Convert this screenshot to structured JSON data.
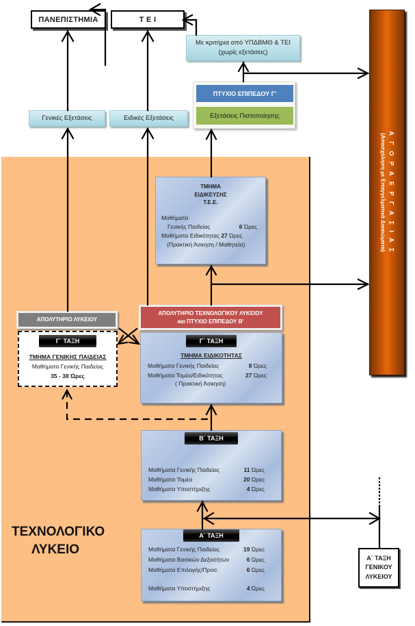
{
  "top": {
    "universities": "ΠΑΝΕΠΙΣΤΗΜΙΑ",
    "tei": "Τ Ε Ι",
    "criteria_line1": "Με κριτήρια από ΥΠΔΒΜΘ & ΤΕΙ",
    "criteria_line2": "(χωρίς εξετάσεις)",
    "degree_c": "ΠΤΥΧΙΟ ΕΠΙΠΕΔΟΥ Γ'",
    "certification_exams": "Εξετάσεις Πιστοποίησης",
    "general_exams": "Γενικές Εξετάσεις",
    "special_exams": "Ειδικές Εξετάσεις"
  },
  "labor_market": {
    "title": "Α Γ Ο Ρ Α   Ε Ρ Γ Α Σ Ι Α Σ",
    "subtitle": "(Απασχόληση με Επαγγελματικά Δικαιώματα)"
  },
  "panel": {
    "title_line1": "ΤΕΧΝΟΛΟΓΙΚΟ",
    "title_line2": "ΛΥΚΕΙΟ"
  },
  "specialization": {
    "title_line1": "ΤΜΗΜΑ",
    "title_line2": "ΕΙΔΙΚΕΥΣΗΣ",
    "title_line3": "Τ.Ε.Ε.",
    "courses_label": "Μαθήματα",
    "general_label": "Γενικής Παιδείας",
    "general_hours": "6",
    "specialty_label": "Μαθήματα Ειδικότητας",
    "specialty_hours": "27",
    "practice": "(Πρακτική Άσκηση / Μαθητεία)",
    "hours_unit": "Ώρες"
  },
  "general_lyceum_cert": {
    "banner": "ΑΠΟΛΥΤΗΡΙΟ ΛΥΚΕΙΟΥ",
    "tab": "Γ΄ ΤΑΞΗ",
    "section": "ΤΜΗΜΑ ΓΕΝΙΚΗΣ ΠΑΙΔΕΙΑΣ",
    "courses": "Μαθήματα Γενικής Παιδείας",
    "hours": "35 - 38 Ώρες"
  },
  "tech_cert": {
    "banner_line1": "ΑΠΟΛΥΤΗΡΙΟ ΤΕΧΝΟΛΟΓΙΚΟΥ ΛΥΚΕΙΟΥ",
    "banner_line2": "και ΠΤΥΧΙΟ ΕΠΙΠΕΔΟΥ Β'",
    "tab": "Γ΄ ΤΑΞΗ",
    "section": "ΤΜΗΜΑ ΕΙΔΙΚΟΤΗΤΑΣ",
    "rows": [
      {
        "label": "Μαθήματα Γενικής Παιδείας",
        "hours": "8",
        "unit": "Ώρες"
      },
      {
        "label": "Μαθήματα Τομέα/Ειδικότητας",
        "hours": "27",
        "unit": "Ώρες"
      }
    ],
    "note": "( Πρακτική Άσκηση)"
  },
  "grade_b": {
    "tab": "Β΄ ΤΑΞΗ",
    "rows": [
      {
        "label": "Μαθήματα Γενικής Παιδείας",
        "hours": "11",
        "unit": "Ώρες"
      },
      {
        "label": "Μαθήματα Τομέα",
        "hours": "20",
        "unit": "Ώρες"
      },
      {
        "label": "Μαθήματα Υποστήριξης",
        "hours": "4",
        "unit": "Ώρες"
      }
    ]
  },
  "grade_a": {
    "tab": "Α΄ ΤΑΞΗ",
    "rows": [
      {
        "label": "Μαθήματα Γενικής Παιδείας",
        "hours": "19",
        "unit": "Ώρες"
      },
      {
        "label": "Μαθήματα Βασικών Δεξιοτήτων",
        "hours": "6",
        "unit": "Ώρες"
      },
      {
        "label": "Μαθήματα Επιλογής/Προσ.",
        "hours": "6",
        "unit": "Ώρες"
      },
      {
        "label": "Μαθήματα Υποστήριξης",
        "hours": "4",
        "unit": "Ώρες"
      }
    ]
  },
  "general_lyceum_a": {
    "line1": "Α΄ ΤΑΞΗ",
    "line2": "ΓΕΝΙΚΟΥ",
    "line3": "ΛΥΚΕΙΟΥ"
  },
  "colors": {
    "panel": "#fdbf84",
    "degree_blue": "#4f81bd",
    "exam_green": "#9bbb59",
    "tech_banner_red": "#c0504d",
    "lyceum_banner_gray": "#7f7f7f",
    "labor_market_orange": "#e5680c"
  }
}
